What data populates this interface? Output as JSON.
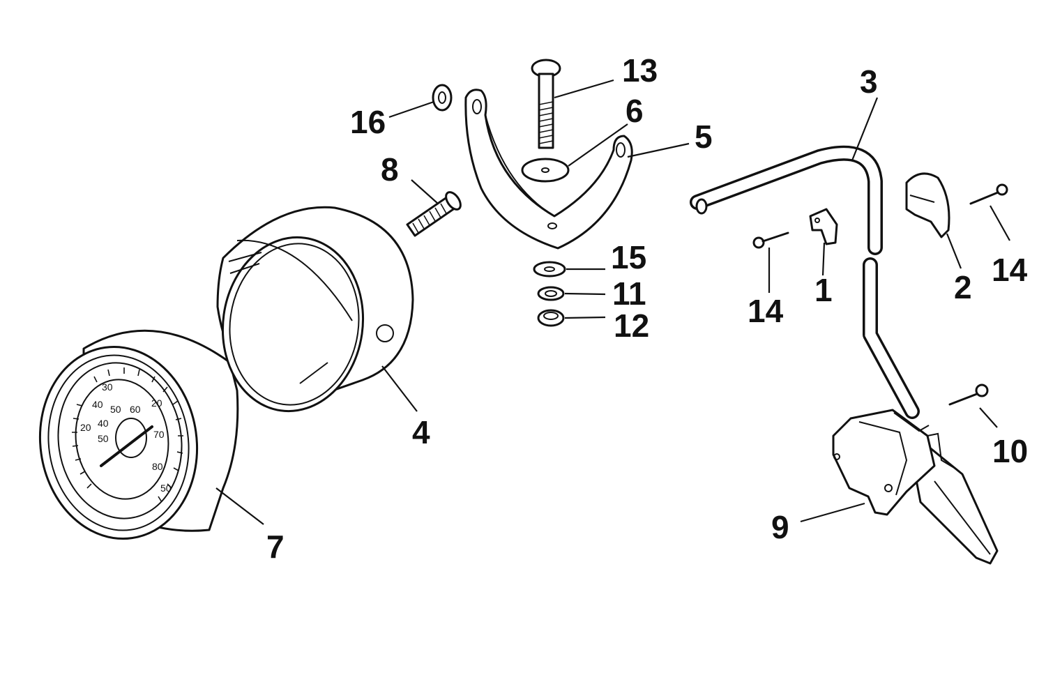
{
  "callouts": [
    {
      "id": "c1",
      "label": "1"
    },
    {
      "id": "c2",
      "label": "2"
    },
    {
      "id": "c3",
      "label": "3"
    },
    {
      "id": "c4",
      "label": "4"
    },
    {
      "id": "c5",
      "label": "5"
    },
    {
      "id": "c6",
      "label": "6"
    },
    {
      "id": "c7",
      "label": "7"
    },
    {
      "id": "c8",
      "label": "8"
    },
    {
      "id": "c9",
      "label": "9"
    },
    {
      "id": "c10",
      "label": "10"
    },
    {
      "id": "c11",
      "label": "11"
    },
    {
      "id": "c12",
      "label": "12"
    },
    {
      "id": "c13",
      "label": "13"
    },
    {
      "id": "c14a",
      "label": "14"
    },
    {
      "id": "c14b",
      "label": "14"
    },
    {
      "id": "c15",
      "label": "15"
    },
    {
      "id": "c16",
      "label": "16"
    }
  ],
  "dial": {
    "numbers": [
      "30",
      "40",
      "20",
      "40",
      "50",
      "60",
      "70",
      "80",
      "50",
      "20",
      "50"
    ]
  }
}
